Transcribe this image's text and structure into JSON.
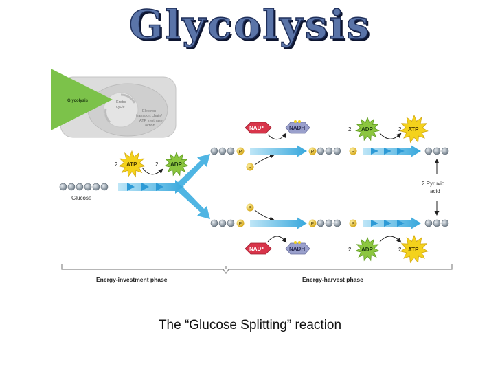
{
  "title": "Glycolysis",
  "caption": "The “Glucose Splitting” reaction",
  "inset": {
    "glycolysis": "Glycolysis",
    "krebs_line1": "Krebs",
    "krebs_line2": "cycle",
    "etc_line1": "Electron",
    "etc_line2": "transport chain/",
    "etc_line3": "ATP synthase",
    "etc_line4": "action"
  },
  "labels": {
    "glucose": "Glucose",
    "atp": "ATP",
    "adp": "ADP",
    "nad": "NAD⁺",
    "nadh": "NADH",
    "p": "P",
    "two": "2",
    "pyruvic_line1": "2 Pyruvic",
    "pyruvic_line2": "acid",
    "investment_phase": "Energy-investment phase",
    "harvest_phase": "Energy-harvest phase"
  },
  "colors": {
    "title_fill": "#5a74a8",
    "arrow_blue": "#4fb5e3",
    "atp_yellow": "#f4d21c",
    "adp_green": "#8cc63f",
    "nad_red": "#d8344a",
    "nadh_purple": "#9aa0cc",
    "phosphate": "#e8c238",
    "carbon_bead": "#8d9aa6"
  }
}
